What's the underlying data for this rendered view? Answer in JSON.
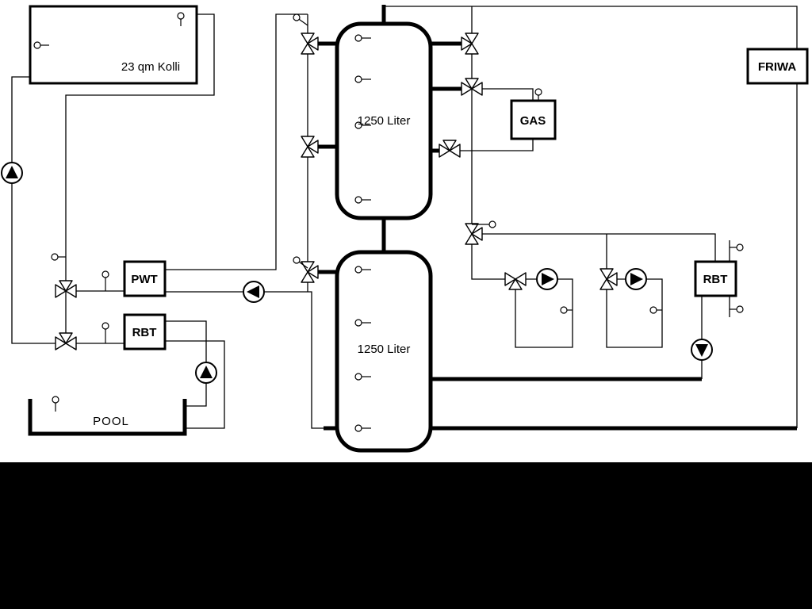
{
  "labels": {
    "collector": "23 qm Kolli",
    "tank_upper": "1250 Liter",
    "tank_lower": "1250 Liter",
    "pwt": "PWT",
    "rbt_left": "RBT",
    "rbt_right": "RBT",
    "gas": "GAS",
    "friwa": "FRIWA",
    "pool": "POOL"
  },
  "colors": {
    "line": "#000000",
    "background": "#ffffff",
    "bottom_mask": "#000000"
  }
}
